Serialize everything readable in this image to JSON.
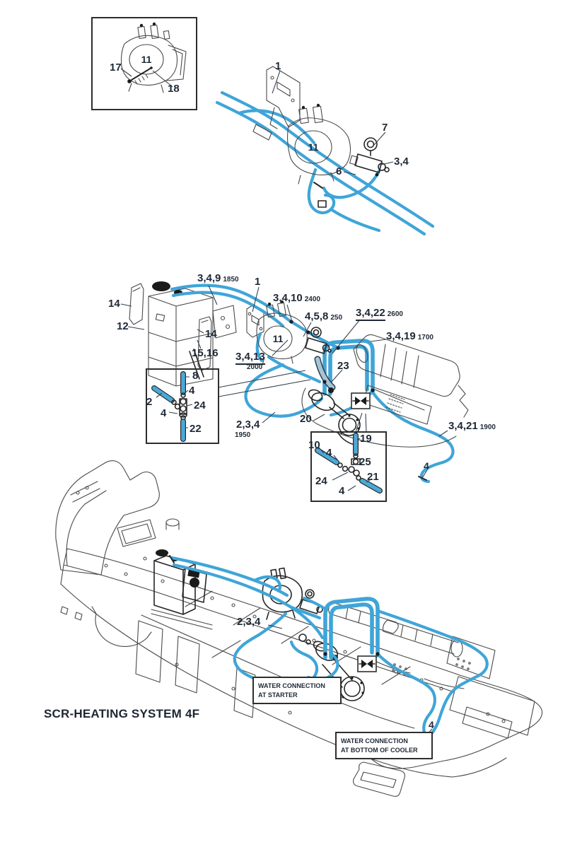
{
  "title": "SCR-HEATING SYSTEM 4F",
  "colors": {
    "hose": "#3fa5d8",
    "hose_dark": "#2a7fae",
    "line": "#4a4a4a",
    "label": "#1e2936"
  },
  "callouts": {
    "inset_top": {
      "pump": "11",
      "screw": "17",
      "pin": "18"
    },
    "top": {
      "bracket": "1",
      "pump": "11",
      "valve": "7",
      "fitting": "3,4",
      "bolt": "6"
    },
    "mid": {
      "h349": {
        "t": "3,4,9",
        "s": "1850"
      },
      "bracket": "1",
      "h3410": {
        "t": "3,4,10",
        "s": "2400"
      },
      "h458": {
        "t": "4,5,8",
        "s": "250"
      },
      "h3422": {
        "t": "3,4,22",
        "s": "2600"
      },
      "h3419": {
        "t": "3,4,19",
        "s": "1700"
      },
      "b14l": "14",
      "tank": "12",
      "b14r": "14",
      "straps": "15,16",
      "h3413": {
        "t": "3,4,13",
        "s": "2000"
      },
      "pump": "11",
      "hose23": "23",
      "h234": {
        "t": "2,3,4",
        "s": "1950"
      },
      "elbow": "20",
      "h3421": {
        "t": "3,4,21",
        "s": "1900"
      },
      "clamp": "4"
    },
    "insetA": {
      "h8": "8",
      "c4a": "4",
      "h2": "2",
      "t24": "24",
      "c4b": "4",
      "h22": "22"
    },
    "insetB": {
      "h19": "19",
      "h10": "10",
      "c4a": "4",
      "f25": "25",
      "t24": "24",
      "h21": "21",
      "c4b": "4"
    },
    "bottom": {
      "h234": "2,3,4",
      "clamp": "4"
    }
  },
  "notes": {
    "starter": {
      "l1": "WATER CONNECTION",
      "l2": "AT STARTER"
    },
    "cooler": {
      "l1": "WATER CONNECTION",
      "l2": "AT BOTTOM OF COOLER"
    }
  }
}
